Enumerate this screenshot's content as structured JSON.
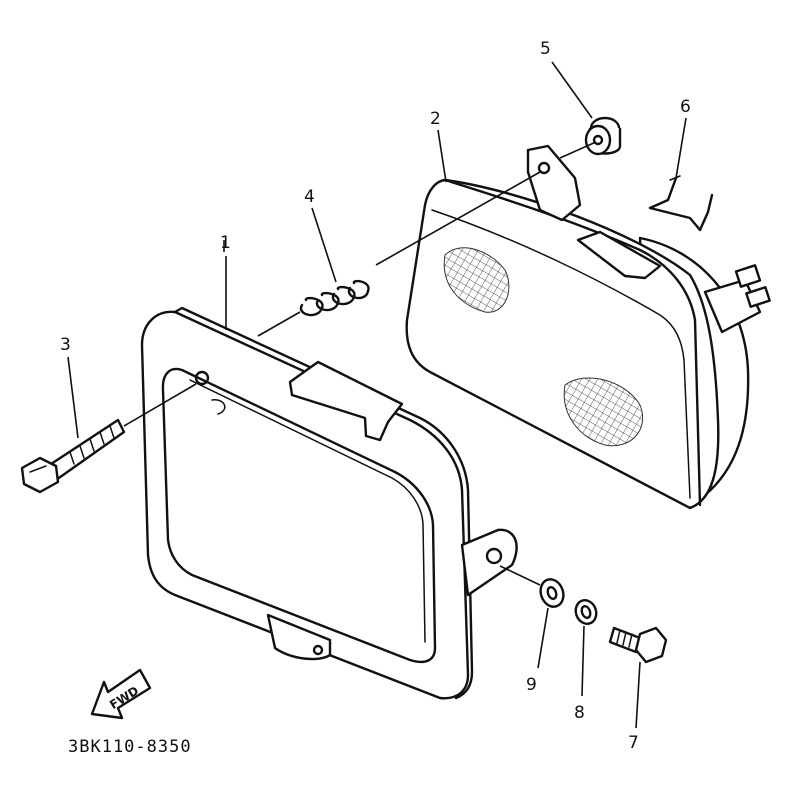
{
  "diagram": {
    "part_code": "3BK110-8350",
    "direction_marker": "FWD",
    "callouts": [
      {
        "number": "1",
        "part": "headlight-rim"
      },
      {
        "number": "2",
        "part": "headlight-unit"
      },
      {
        "number": "3",
        "part": "screw"
      },
      {
        "number": "4",
        "part": "spring"
      },
      {
        "number": "5",
        "part": "grommet"
      },
      {
        "number": "6",
        "part": "bulb-clip"
      },
      {
        "number": "7",
        "part": "bolt"
      },
      {
        "number": "8",
        "part": "spring-washer"
      },
      {
        "number": "9",
        "part": "plain-washer"
      }
    ]
  }
}
